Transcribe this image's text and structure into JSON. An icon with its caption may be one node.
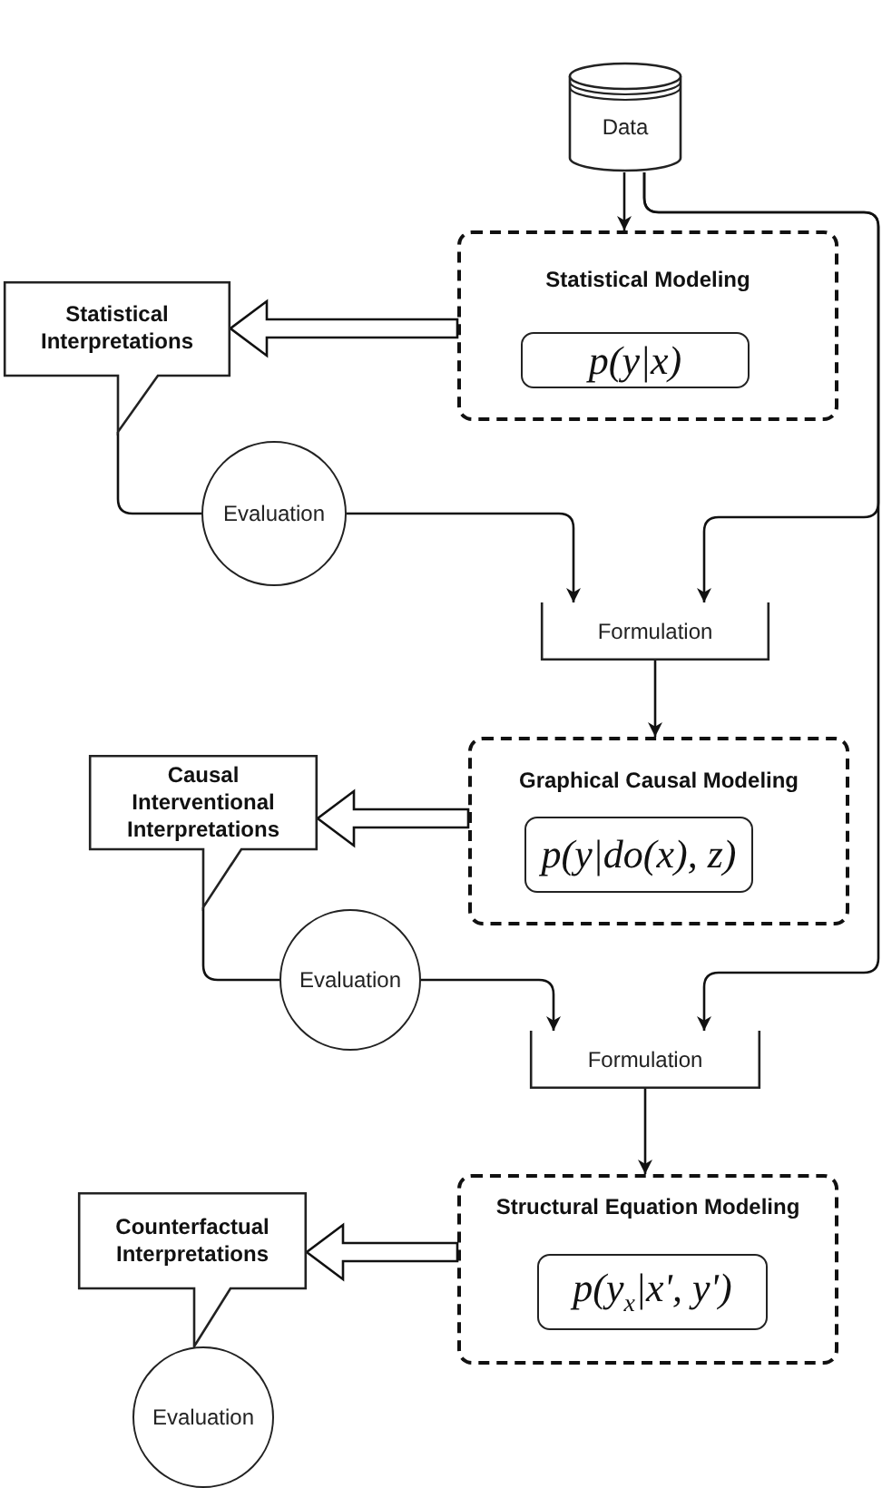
{
  "diagram": {
    "nodes": [
      {
        "text": [
          "Data"
        ]
      },
      {
        "text": [
          "Statistical Modeling"
        ]
      },
      {
        "text": [
          "p(y|x)"
        ],
        "in": 1
      },
      {
        "text": [
          "Statistical Interpretations"
        ]
      },
      {
        "text": [
          "Evaluation"
        ]
      },
      {
        "text": [
          "Formulation"
        ]
      },
      {
        "text": [
          "Graphical Causal Modeling"
        ]
      },
      {
        "text": [
          "p(y|do(x), z)"
        ],
        "in": 6
      },
      {
        "text": [
          "Causal Interventional Interpretations"
        ]
      },
      {
        "text": [
          "Evaluation"
        ]
      },
      {
        "text": [
          "Formulation"
        ]
      },
      {
        "text": [
          "Structural Equation Modeling"
        ]
      },
      {
        "text": [
          "p(y$_{x}$|x', y')"
        ],
        "in": 11
      },
      {
        "text": [
          "Counterfactual Interpretations"
        ]
      },
      {
        "text": [
          "Evaluation"
        ]
      }
    ],
    "edges": [
      {
        "from": 0,
        "to": 1,
        "arrow": "to"
      },
      {
        "from": 0,
        "to": 5,
        "arrow": "to"
      },
      {
        "from": 0,
        "to": 10,
        "arrow": "to"
      },
      {
        "from": 1,
        "to": 3,
        "arrow": "to",
        "style": "thick"
      },
      {
        "from": 3,
        "to": 4,
        "arrow": "none"
      },
      {
        "from": 4,
        "to": 5,
        "arrow": "to"
      },
      {
        "from": 5,
        "to": 6,
        "arrow": "to"
      },
      {
        "from": 6,
        "to": 8,
        "arrow": "to",
        "style": "thick"
      },
      {
        "from": 8,
        "to": 9,
        "arrow": "none"
      },
      {
        "from": 9,
        "to": 10,
        "arrow": "to"
      },
      {
        "from": 10,
        "to": 11,
        "arrow": "to"
      },
      {
        "from": 11,
        "to": 13,
        "arrow": "to",
        "style": "thick"
      }
    ]
  }
}
